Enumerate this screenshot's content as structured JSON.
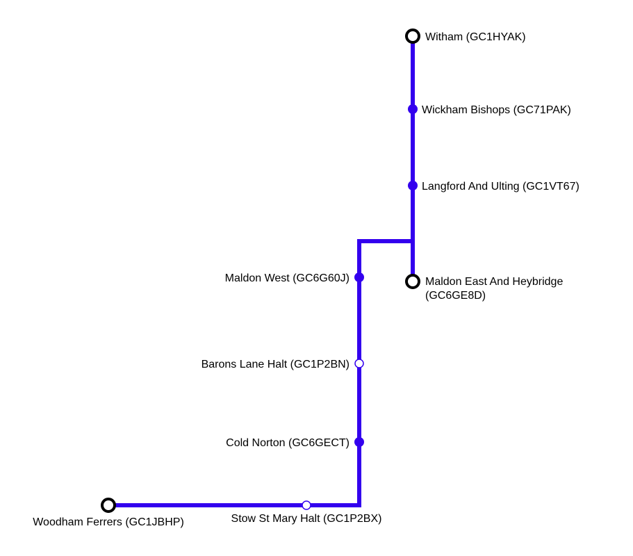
{
  "colors": {
    "line": "#3300ee",
    "terminus_stroke": "#000000",
    "open_fill": "#ffffff",
    "background": "#ffffff"
  },
  "stations": [
    {
      "id": "witham",
      "label": "Witham (GC1HYAK)",
      "kind": "terminus"
    },
    {
      "id": "wickham-bishops",
      "label": "Wickham Bishops (GC71PAK)",
      "kind": "station"
    },
    {
      "id": "langford-and-ulting",
      "label": "Langford And Ulting (GC1VT67)",
      "kind": "station"
    },
    {
      "id": "maldon-east-and-heybridge",
      "label_lines": [
        "Maldon East And Heybridge",
        "(GC6GE8D)"
      ],
      "kind": "terminus"
    },
    {
      "id": "maldon-west",
      "label": "Maldon West (GC6G60J)",
      "kind": "station"
    },
    {
      "id": "barons-lane-halt",
      "label": "Barons Lane Halt (GC1P2BN)",
      "kind": "halt"
    },
    {
      "id": "cold-norton",
      "label": "Cold Norton (GC6GECT)",
      "kind": "station"
    },
    {
      "id": "stow-st-mary-halt",
      "label": "Stow St Mary Halt (GC1P2BX)",
      "kind": "halt"
    },
    {
      "id": "woodham-ferrers",
      "label": "Woodham Ferrers (GC1JBHP)",
      "kind": "terminus"
    }
  ]
}
